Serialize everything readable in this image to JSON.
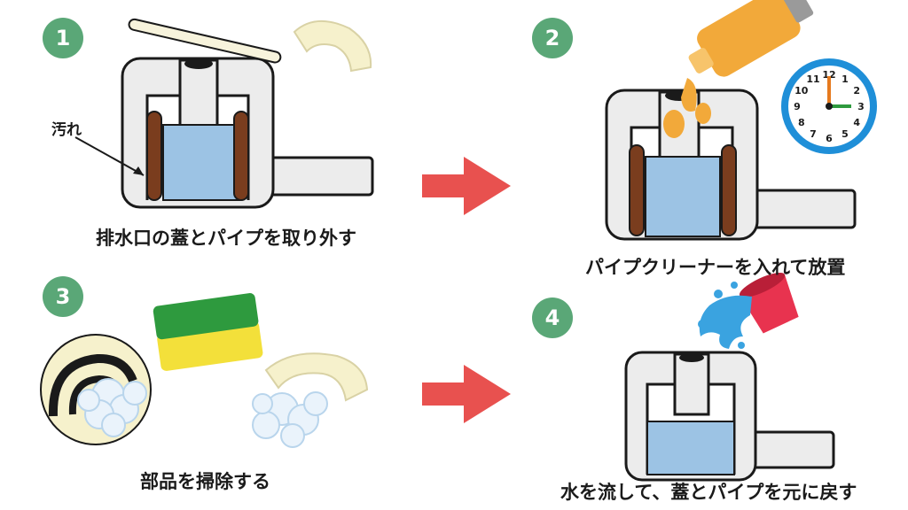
{
  "steps": [
    {
      "number": "1",
      "caption": "排水口の蓋とパイプを取り外す"
    },
    {
      "number": "2",
      "caption": "パイプクリーナーを入れて放置"
    },
    {
      "number": "3",
      "caption": "部品を掃除する"
    },
    {
      "number": "4",
      "caption": "水を流して、蓋とパイプを元に戻す"
    }
  ],
  "labels": {
    "dirt": "汚れ"
  },
  "clock": {
    "numerals": [
      "12",
      "1",
      "2",
      "3",
      "4",
      "5",
      "6",
      "7",
      "8",
      "9",
      "10",
      "11"
    ],
    "time": "3:00"
  },
  "colors": {
    "badge": "#5aa777",
    "arrow": "#e8514f",
    "water": "#9cc3e4",
    "dirt": "#7a3d1e",
    "drain": "#ececec",
    "outline": "#1a1a1a",
    "cleaner": "#f2a93a",
    "sponge_green": "#2e9a3e",
    "sponge_yellow": "#f3e03a",
    "bucket": "#e8334f",
    "splash": "#3aa3e0",
    "clock_ring": "#1f8fd8"
  }
}
